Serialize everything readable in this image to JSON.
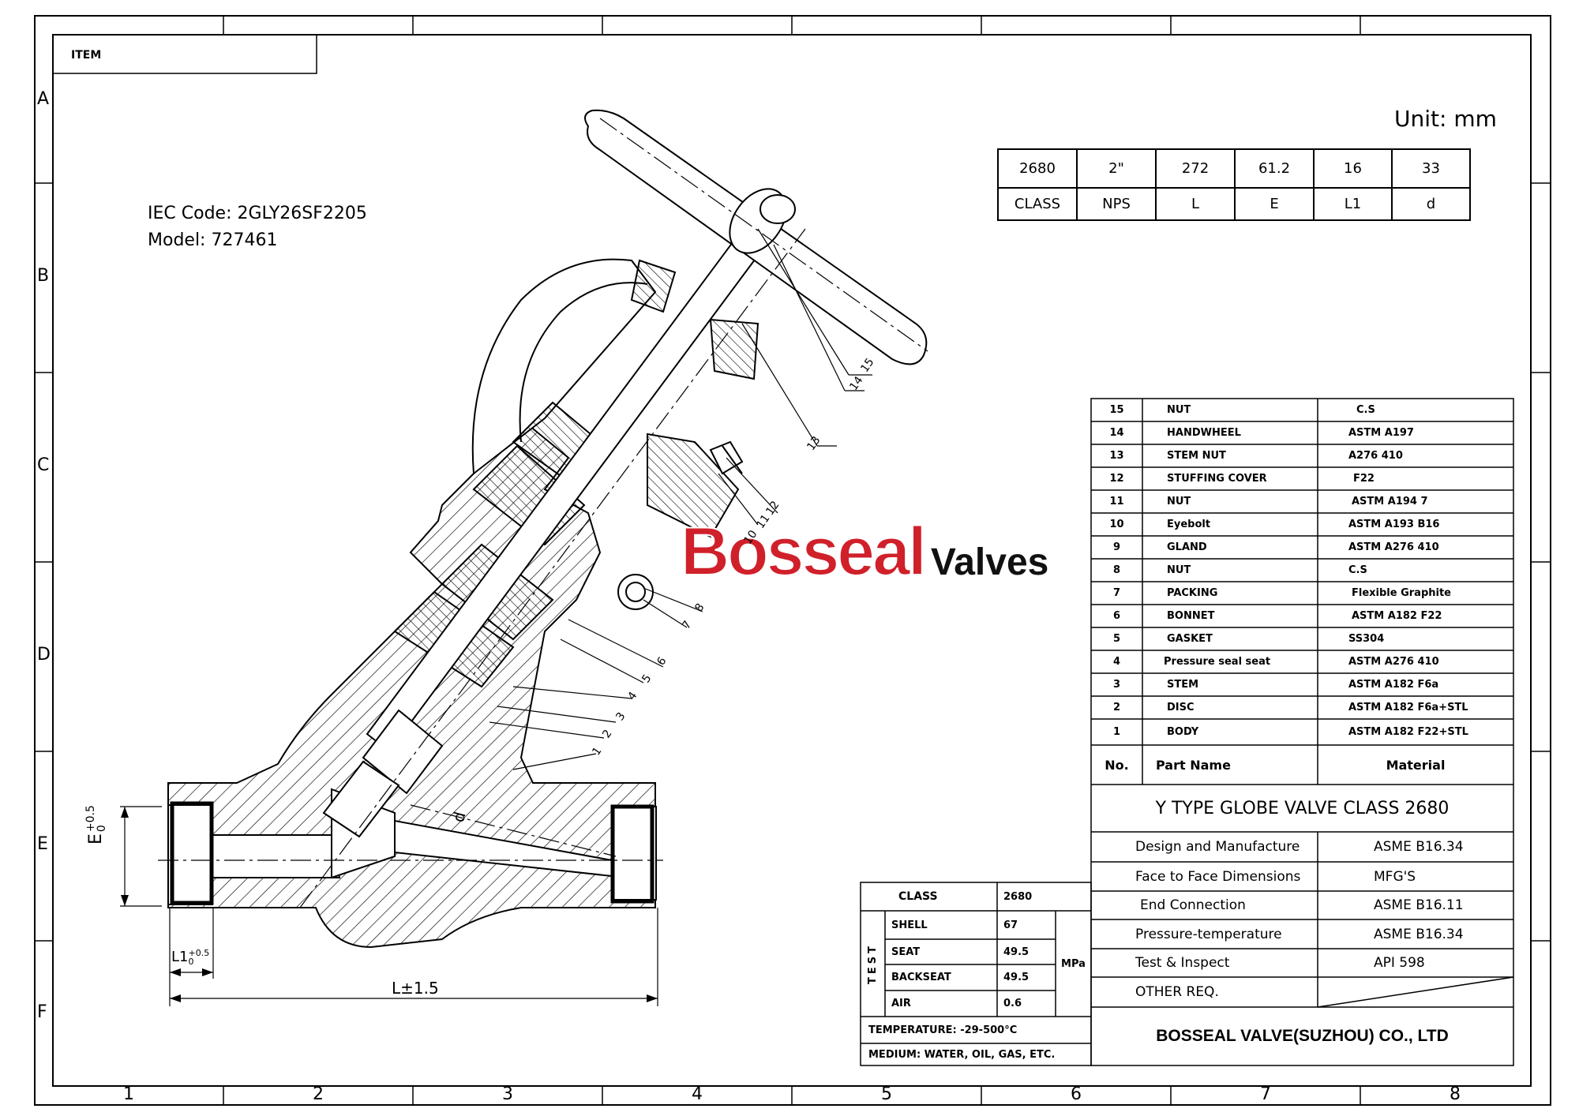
{
  "frame": {
    "zones_top": [],
    "zones_bottom": [
      "1",
      "2",
      "3",
      "4",
      "5",
      "6",
      "7",
      "8"
    ],
    "zones_left": [
      "A",
      "B",
      "C",
      "D",
      "E",
      "F"
    ],
    "item_label": "ITEM"
  },
  "header": {
    "unit": "Unit: mm",
    "iec_code": "IEC Code: 2GLY26SF2205",
    "model": "Model: 727461"
  },
  "dimension_table": {
    "values": [
      "2680",
      "2\"",
      "272",
      "61.2",
      "16",
      "33"
    ],
    "labels": [
      "CLASS",
      "NPS",
      "L",
      "E",
      "L1",
      "d"
    ]
  },
  "parts": [
    {
      "no": "15",
      "name": "NUT",
      "material": "C.S"
    },
    {
      "no": "14",
      "name": "HANDWHEEL",
      "material": "ASTM A197"
    },
    {
      "no": "13",
      "name": "STEM NUT",
      "material": "A276 410"
    },
    {
      "no": "12",
      "name": "STUFFING COVER",
      "material": "F22"
    },
    {
      "no": "11",
      "name": "NUT",
      "material": "ASTM A194 7"
    },
    {
      "no": "10",
      "name": "Eyebolt",
      "material": "ASTM A193 B16"
    },
    {
      "no": "9",
      "name": "GLAND",
      "material": "ASTM A276 410"
    },
    {
      "no": "8",
      "name": "NUT",
      "material": "C.S"
    },
    {
      "no": "7",
      "name": "PACKING",
      "material": "Flexible Graphite"
    },
    {
      "no": "6",
      "name": "BONNET",
      "material": "ASTM A182 F22"
    },
    {
      "no": "5",
      "name": "GASKET",
      "material": "SS304"
    },
    {
      "no": "4",
      "name": "Pressure seal seat",
      "material": "ASTM A276 410"
    },
    {
      "no": "3",
      "name": "STEM",
      "material": "ASTM A182 F6a"
    },
    {
      "no": "2",
      "name": "DISC",
      "material": "ASTM A182 F6a+STL"
    },
    {
      "no": "1",
      "name": "BODY",
      "material": "ASTM A182 F22+STL"
    }
  ],
  "parts_header": {
    "no": "No.",
    "name": "Part Name",
    "material": "Material"
  },
  "product_title": "Y TYPE GLOBE VALVE CLASS 2680",
  "specs": [
    {
      "label": "Design and Manufacture",
      "value": "ASME B16.34"
    },
    {
      "label": "Face to Face Dimensions",
      "value": "MFG'S"
    },
    {
      "label": "End Connection",
      "value": "ASME B16.11"
    },
    {
      "label": "Pressure-temperature",
      "value": "ASME B16.34"
    },
    {
      "label": "Test & Inspect",
      "value": "API 598"
    },
    {
      "label": "OTHER REQ.",
      "value": ""
    }
  ],
  "company": "BOSSEAL VALVE(SUZHOU) CO., LTD",
  "test_table": {
    "class_label": "CLASS",
    "class_value": "2680",
    "test_label": "TEST",
    "rows": [
      {
        "label": "SHELL",
        "value": "67"
      },
      {
        "label": "SEAT",
        "value": "49.5"
      },
      {
        "label": "BACKSEAT",
        "value": "49.5"
      },
      {
        "label": "AIR",
        "value": "0.6"
      }
    ],
    "unit": "MPa",
    "temperature": "TEMPERATURE: -29-500°C",
    "medium": "MEDIUM: WATER, OIL, GAS, ETC."
  },
  "logo": {
    "brand": "Bosseal",
    "suffix": "Valves",
    "brand_color": "#d0202a",
    "suffix_color": "#111111"
  },
  "drawing_dims": {
    "e_label": "E",
    "e_tol_upper": "+0.5",
    "e_tol_lower": "0",
    "l1_label": "L1",
    "l1_tol_upper": "+0.5",
    "l1_tol_lower": "0",
    "l_label": "L±1.5",
    "d_label": "d"
  },
  "balloons": [
    "15",
    "14",
    "13",
    "12",
    "11",
    "10",
    "8",
    "7",
    "6",
    "5",
    "4",
    "3",
    "2",
    "1"
  ]
}
